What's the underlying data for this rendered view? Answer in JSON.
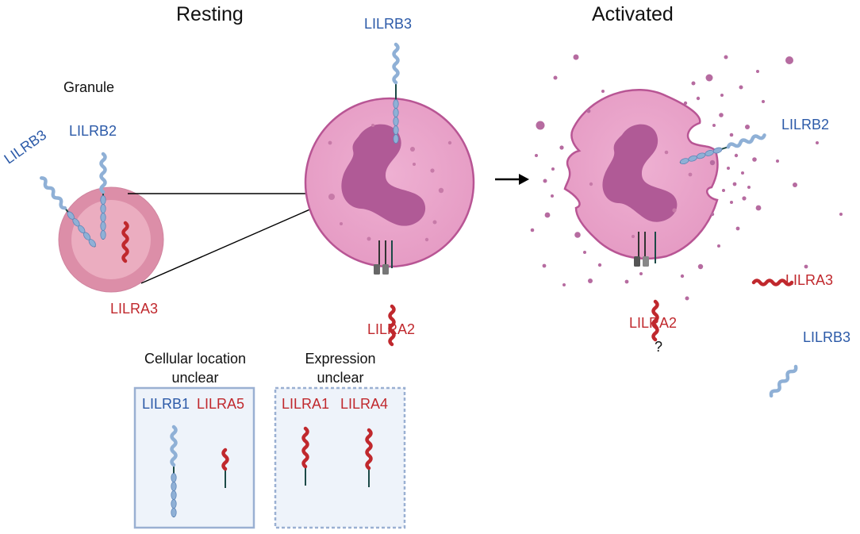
{
  "headings": {
    "resting": "Resting",
    "activated": "Activated"
  },
  "resting": {
    "granule_title": "Granule",
    "granule": {
      "lilrb3": "LILRB3",
      "lilrb2": "LILRB2",
      "lilra3": "LILRA3"
    },
    "neutrophil": {
      "lilrb3": "LILRB3",
      "lilra2": "LILRA2"
    }
  },
  "activated": {
    "lilrb2": "LILRB2",
    "lilra3": "LILRA3",
    "lilra2": "LILRA2",
    "question": "?",
    "lilrb3": "LILRB3"
  },
  "boxes": {
    "location_unclear": {
      "caption_line1": "Cellular location",
      "caption_line2": "unclear",
      "left": "LILRB1",
      "right": "LILRA5"
    },
    "expression_unclear": {
      "caption_line1": "Expression",
      "caption_line2": "unclear",
      "left": "LILRA1",
      "right": "LILRA4"
    }
  },
  "colors": {
    "inhibitory_text": "#2c5aa8",
    "activating_text": "#c0282d",
    "inhibitory_receptor": "#8fb0d6",
    "activating_receptor": "#c0282d",
    "cell_fill": "#e9a3c9",
    "nucleus": "#b05a96"
  },
  "icons": [
    "receptor-coil",
    "immunoglobulin-domain",
    "fcr-gamma-adaptor",
    "arrow-right-icon"
  ]
}
